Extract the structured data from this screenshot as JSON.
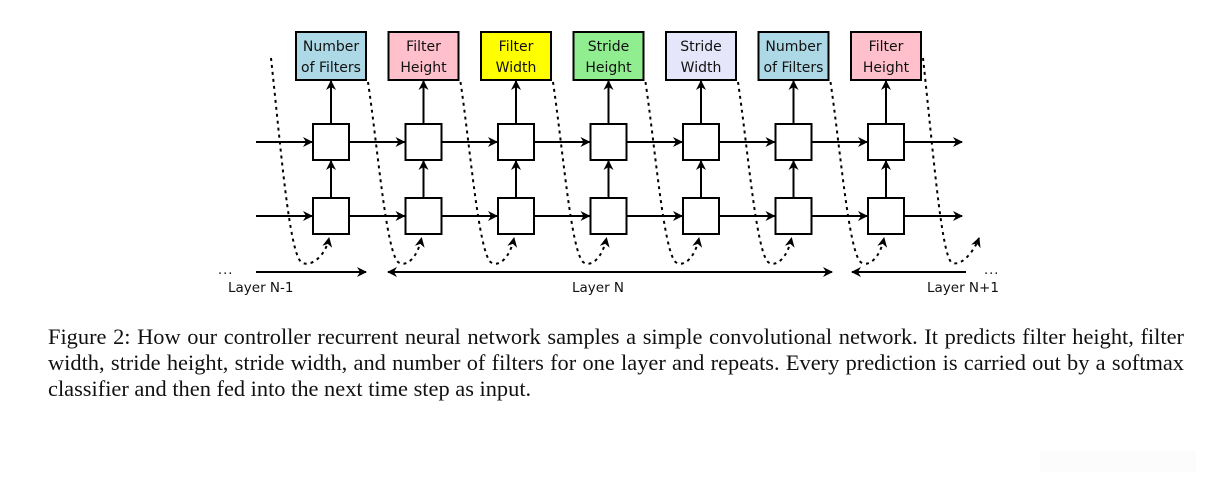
{
  "figure": {
    "outputs": [
      {
        "line1": "Number",
        "line2": "of Filters",
        "color": "#add8e6"
      },
      {
        "line1": "Filter",
        "line2": "Height",
        "color": "#ffc0cb"
      },
      {
        "line1": "Filter",
        "line2": "Width",
        "color": "#ffff00"
      },
      {
        "line1": "Stride",
        "line2": "Height",
        "color": "#90ee90"
      },
      {
        "line1": "Stride",
        "line2": "Width",
        "color": "#e6e6fa"
      },
      {
        "line1": "Number",
        "line2": "of Filters",
        "color": "#add8e6"
      },
      {
        "line1": "Filter",
        "line2": "Height",
        "color": "#ffc0cb"
      }
    ],
    "layers": {
      "prev": "Layer N-1",
      "current": "Layer N",
      "next": "Layer N+1",
      "ellipsis": "..."
    }
  },
  "caption": "Figure 2: How our controller recurrent neural network samples a simple convolutional network. It predicts filter height, filter width, stride height, stride width, and number of filters for one layer and repeats. Every prediction is carried out by a softmax classifier and then fed into the next time step as input."
}
